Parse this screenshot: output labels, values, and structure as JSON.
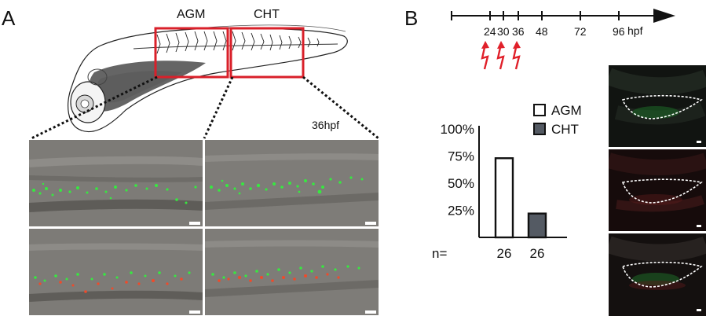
{
  "panel_a": {
    "letter": "A",
    "region_labels": [
      "AGM",
      "CHT"
    ],
    "timepoint_label": "36hpf",
    "box_color": "#d9202a",
    "micrographs": [
      {
        "row": "top",
        "region": "AGM",
        "channels": [
          "green"
        ]
      },
      {
        "row": "top",
        "region": "CHT",
        "channels": [
          "green"
        ]
      },
      {
        "row": "bottom",
        "region": "AGM",
        "channels": [
          "green",
          "red"
        ]
      },
      {
        "row": "bottom",
        "region": "CHT",
        "channels": [
          "green",
          "red"
        ]
      }
    ]
  },
  "panel_b": {
    "letter": "B",
    "timeline": {
      "ticks": [
        "24",
        "30",
        "36",
        "48",
        "72",
        "96"
      ],
      "unit": "hpf",
      "arrow_marks_at": [
        "24",
        "30",
        "36"
      ],
      "arrow_color": "#e0202a"
    },
    "right_images": [
      {
        "channels": [
          "green"
        ]
      },
      {
        "channels": [
          "red"
        ]
      },
      {
        "channels": [
          "green",
          "red"
        ]
      }
    ]
  },
  "chart_data": {
    "type": "bar",
    "categories": [
      "AGM",
      "CHT"
    ],
    "series": [
      {
        "name": "AGM",
        "values": [
          73
        ],
        "color": "#ffffff"
      },
      {
        "name": "CHT",
        "values": [
          22
        ],
        "color": "#545a63"
      }
    ],
    "values": [
      73,
      22
    ],
    "ylim": [
      0,
      100
    ],
    "yticks": [
      "25%",
      "50%",
      "75%",
      "100%"
    ],
    "ytick_values": [
      25,
      50,
      75,
      100
    ],
    "n_label": "n=",
    "n_values": [
      "26",
      "26"
    ],
    "legend": [
      "AGM",
      "CHT"
    ],
    "legend_position": "top-right",
    "grid": false
  }
}
